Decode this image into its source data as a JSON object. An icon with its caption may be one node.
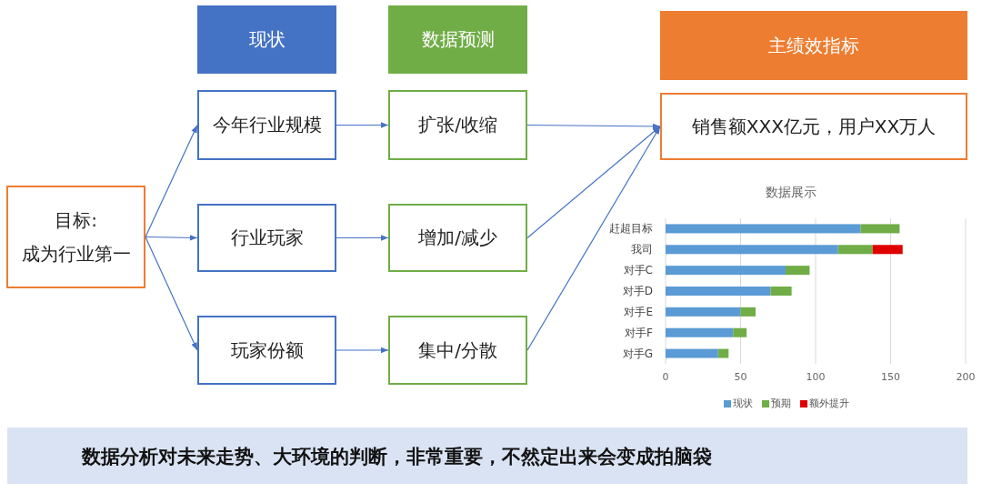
{
  "diagram": {
    "caption": "数据分析对未来走势、大环境的判断，非常重要，不然定出来会变成拍脑袋",
    "nodes": [
      {
        "text": [
          "现状"
        ]
      },
      {
        "text": [
          "数据预测"
        ]
      },
      {
        "text": [
          "主绩效指标"
        ]
      },
      {
        "text": [
          "今年行业规模"
        ]
      },
      {
        "text": [
          "扩张/收缩"
        ]
      },
      {
        "text": [
          "销售额XXX亿元，用户XX万人"
        ]
      },
      {
        "text": [
          "目标:",
          "成为行业第一"
        ]
      },
      {
        "text": [
          "行业玩家"
        ]
      },
      {
        "text": [
          "增加/减少"
        ]
      },
      {
        "text": [
          "玩家份额"
        ]
      },
      {
        "text": [
          "集中/分散"
        ]
      }
    ],
    "edges": [
      {
        "from": 6,
        "to": 3,
        "arrow": "to"
      },
      {
        "from": 6,
        "to": 7,
        "arrow": "to"
      },
      {
        "from": 6,
        "to": 9,
        "arrow": "to"
      },
      {
        "from": 3,
        "to": 4,
        "arrow": "to"
      },
      {
        "from": 7,
        "to": 8,
        "arrow": "to"
      },
      {
        "from": 9,
        "to": 10,
        "arrow": "to"
      },
      {
        "from": 4,
        "to": 5,
        "arrow": "to"
      },
      {
        "from": 8,
        "to": 5,
        "arrow": "to"
      },
      {
        "from": 10,
        "to": 5,
        "arrow": "to"
      }
    ],
    "chart_data": {
      "type": "bar",
      "orientation": "horizontal",
      "stacked": true,
      "title": "数据展示",
      "categories": [
        "赶超目标",
        "我司",
        "对手C",
        "对手D",
        "对手E",
        "对手F",
        "对手G"
      ],
      "series": [
        {
          "name": "现状",
          "color": "#5b9bd5",
          "values": [
            130,
            115,
            80,
            70,
            50,
            45,
            35
          ]
        },
        {
          "name": "预期",
          "color": "#70ad47",
          "values": [
            26,
            23,
            16,
            14,
            10,
            9,
            7
          ]
        },
        {
          "name": "额外提升",
          "color": "#e00000",
          "values": [
            null,
            20,
            null,
            null,
            null,
            null,
            null
          ]
        }
      ],
      "xlim": [
        0,
        200
      ],
      "xticks": [
        0,
        50,
        100,
        150,
        200
      ],
      "grid": true,
      "legend": "bottom"
    }
  }
}
